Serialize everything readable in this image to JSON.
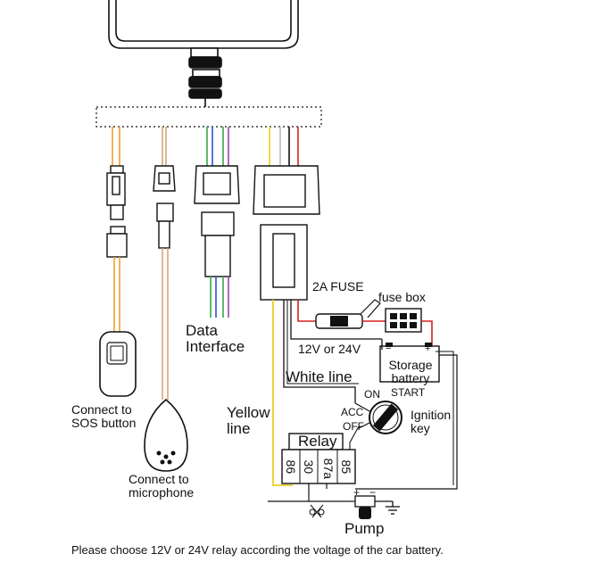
{
  "labels": {
    "data_interface_line1": "Data",
    "data_interface_line2": "Interface",
    "fuse": "2A FUSE",
    "fuse_box": "fuse box",
    "voltage": "12V or 24V",
    "storage_battery_line1": "Storage",
    "storage_battery_line2": "battery",
    "battery_minus": "−",
    "battery_plus": "+",
    "white_line": "White line",
    "yellow_line_line1": "Yellow",
    "yellow_line_line2": "line",
    "ign_on": "ON",
    "ign_start": "START",
    "ign_acc": "ACC",
    "ign_off": "OFF",
    "ignition_key_line1": "Ignition",
    "ignition_key_line2": "key",
    "relay": "Relay",
    "relay_pin_86": "86",
    "relay_pin_30": "30",
    "relay_pin_87a": "87a",
    "relay_pin_85": "85",
    "pump": "Pump",
    "pump_plus": "+",
    "pump_minus": "−",
    "sos_line1": "Connect to",
    "sos_line2": "SOS button",
    "mic_line1": "Connect to",
    "mic_line2": "microphone",
    "footer_note": "Please choose 12V or 24V relay according the voltage of the car battery."
  },
  "wire_colors": {
    "orange": "#f0a030",
    "tan": "#d4a878",
    "green": "#38a848",
    "blue": "#3050d0",
    "purple": "#a040b0",
    "yellow": "#e8d020",
    "red": "#d82020",
    "black": "#111111"
  },
  "icons": {
    "sos_button": "sos-button-icon",
    "microphone": "microphone-icon",
    "fuse_box": "fuse-box-icon",
    "ignition": "ignition-key-icon",
    "pump": "pump-icon",
    "ground": "ground-icon"
  }
}
